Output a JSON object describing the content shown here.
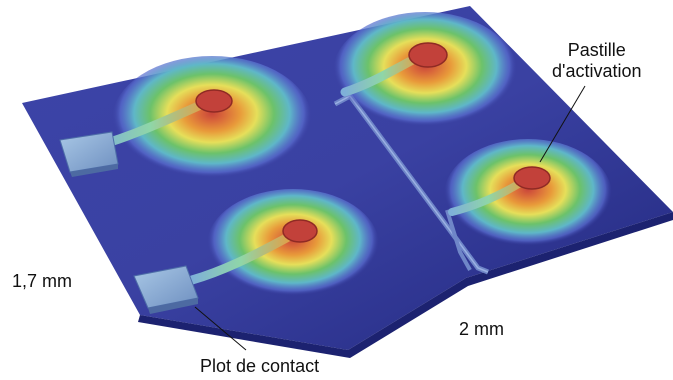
{
  "labels": {
    "pastille_line1": "Pastille",
    "pastille_line2": "d'activation",
    "height": "1,7 mm",
    "width": "2 mm",
    "contact": "Plot de contact"
  },
  "colors": {
    "substrate_dark": "#2a2f8f",
    "substrate_light": "#5a66c6",
    "heat_center": "#c9453a",
    "heat_orange": "#e89a3a",
    "heat_yellow": "#e6df5a",
    "heat_green": "#6cc26a",
    "heat_cyan": "#5fb7c8",
    "pad_metal": "#8fb0d6"
  }
}
